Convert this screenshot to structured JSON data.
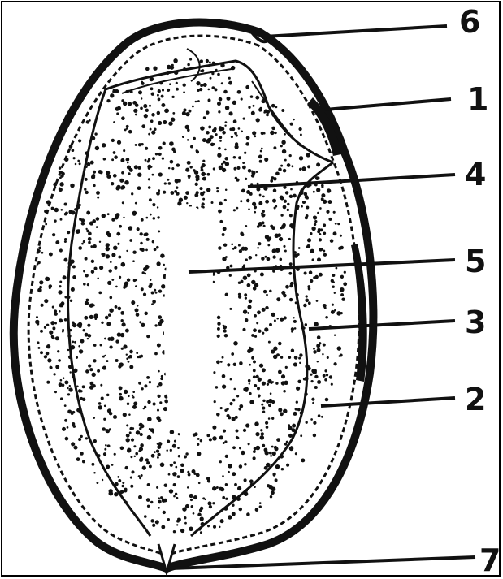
{
  "labels": [
    {
      "id": "6",
      "text": "6"
    },
    {
      "id": "1",
      "text": "1"
    },
    {
      "id": "4",
      "text": "4"
    },
    {
      "id": "5",
      "text": "5"
    },
    {
      "id": "3",
      "text": "3"
    },
    {
      "id": "2",
      "text": "2"
    },
    {
      "id": "7",
      "text": "7"
    }
  ],
  "colors": {
    "ink": "#111111",
    "paper": "#ffffff"
  }
}
